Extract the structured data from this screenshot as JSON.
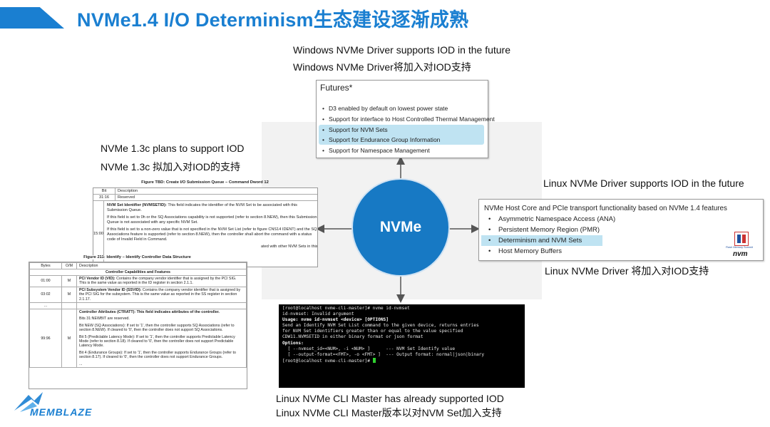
{
  "title": "NVMe1.4  I/O Determinism生态建设逐渐成熟",
  "center_label": "NVMe",
  "windows": {
    "caption_en": "Windows NVMe Driver supports IOD in the future",
    "caption_cn": "Windows NVMe Driver将加入对IOD支持",
    "box_title": "Futures*",
    "items": [
      "D3 enabled by default on lowest power state",
      "Support for interface to Host Controlled Thermal Management",
      "Support for NVM Sets",
      "Support for Endurance Group Information",
      "Support for Namespace Management"
    ]
  },
  "spec": {
    "caption_en": "NVMe 1.3c  plans to support IOD",
    "caption_cn": "NVMe 1.3c 拟加入对IOD的支持",
    "fig_tbd_title": "Figure TBD: Create I/O Submission Queue – Command Dword 12",
    "fig_tbd_header": [
      "Bit",
      "Description"
    ],
    "fig_tbd_rows": [
      {
        "bit": "31:16",
        "desc": "Reserved"
      },
      {
        "bit": "15:00",
        "desc_bold": "NVM Set Identifier (NVMSETID):",
        "desc": "This field indicates the identifier of the NVM Set to be associated with this Submission Queue."
      }
    ],
    "fig_tbd_p2": "If this field is set to 0h or the SQ Associations capability is not supported (refer to section 8.NEW), then this Submission Queue is not associated with any specific NVM Set.",
    "fig_tbd_p3": "If this field is set to a non-zero value that is not specified in the NVM Set List (refer to figure CNS14 IDENT) and the SQ Associations feature is supported (refer to section 8.NEW), then the controller shall abort the command with a status code of Invalid Field in Command.",
    "fig_tbd_p4": "ated with other NVM Sets in this",
    "fig211_title": "Figure 211: Identify – Identify Controller Data Structure",
    "fig211_header": [
      "Bytes",
      "O/M",
      "Description"
    ],
    "fig211_section": "Controller Capabilities and Features",
    "fig211_rows": [
      {
        "bytes": "01:00",
        "om": "M",
        "bold": "PCI Vendor ID (VID):",
        "desc": "Contains the company vendor identifier that is assigned by the PCI SIG.  This is the same value as reported in the ID register in section 2.1.1."
      },
      {
        "bytes": "03:02",
        "om": "M",
        "bold": "PCI Subsystem Vendor ID (SSVID):",
        "desc": "Contains the company vendor identifier that is assigned by the PCI SIG for the subsystem.  This is the same value as reported in the SS register in section 2.1.17."
      },
      {
        "bytes": "...",
        "om": "",
        "bold": "",
        "desc": ""
      }
    ],
    "fig211_ctratt": {
      "bytes": "99:96",
      "om": "M",
      "lines": [
        "Controller Attributes (CTRATT): This field indicates attributes of the controller.",
        "Bits 31:NEWBIT are reserved.",
        "Bit NEW (SQ Associations): If set to '1', then the controller supports SQ Associations (refer to section 8.NEW). If cleared to '0', then the controller does not support SQ Associations.",
        "Bit 5 (Predictable Latency Mode): If set to '1', then the controller supports Predictable Latency Mode (refer to section 8.18). If cleared to '0', then the controller does not support Predictable Latency Mode.",
        "Bit 4 (Endurance Groups): If set to '1', then the controller supports Endurance Groups (refer to section 8.17). If cleared to '0', then the controller does not support Endurance Groups.",
        "..."
      ]
    }
  },
  "linux_driver": {
    "caption_en": "Linux NVMe Driver supports IOD in the future",
    "caption_cn": "Linux NVMe Driver 将加入对IOD支持",
    "box_title": "NVMe Host Core and PCIe transport functionality based on NVMe 1.4 features",
    "items": [
      "Asymmetric Namespace Access (ANA)",
      "Persistent Memory Region (PMR)",
      "Determinism and NVM Sets",
      "Host Memory Buffers"
    ],
    "logo_text": "nvm",
    "logo_subtext": "Flash Memory Summit"
  },
  "cli": {
    "caption_en": "Linux NVMe CLI Master has already supported IOD",
    "caption_cn": "Linux NVMe CLI Master版本以对NVM Set加入支持",
    "lines": [
      "[root@localhost nvme-cli-master]# nvme id-nvmset",
      "id-nvmset: Invalid argument",
      "Usage: nvme id-nvmset <device> [OPTIONS]",
      "",
      "Send an Identify NVM Set List command to the given device, returns entries",
      "for NVM Set identifiers greater than or equal to the value specified",
      "CDW11.NVMSETID in either binary format or json format",
      "",
      "Options:",
      "  [ --nvmset_id=<NUM>, -i <NUM> ]      --- NVM Set Identify value",
      "  [ --output-format=<FMT>, -o <FMT> ]  --- Output format: normal|json|binary",
      "",
      "[root@localhost nvme-cli-master]# "
    ]
  },
  "brand": {
    "logo_text": "MEMBLAZE"
  },
  "colors": {
    "accent": "#1a7fd1",
    "circle": "#1779c4",
    "highlight": "#bfe3f2"
  }
}
